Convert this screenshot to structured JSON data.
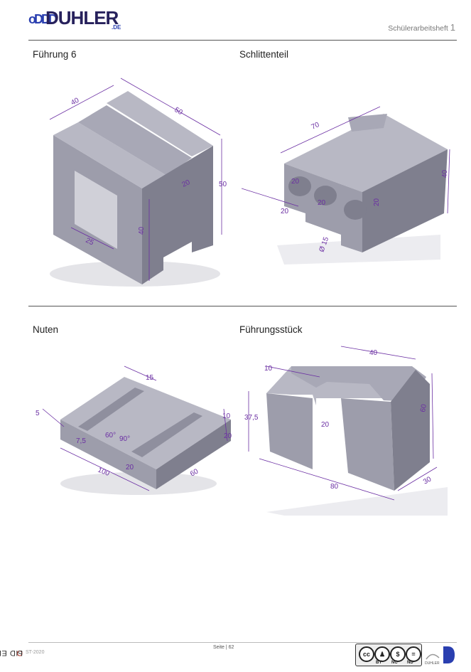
{
  "header": {
    "logo_prefix": "oDDD",
    "logo_text": "DUHLER",
    "logo_suffix": ".DE",
    "title": "Schülerarbeitsheft",
    "number": "1"
  },
  "sections": [
    {
      "title": "Führung 6",
      "dims": [
        "40",
        "50",
        "50",
        "20",
        "40",
        "25"
      ]
    },
    {
      "title": "Schlittenteil",
      "dims": [
        "70",
        "40",
        "Ø 15",
        "20",
        "20",
        "20",
        "20"
      ]
    },
    {
      "title": "Nuten",
      "dims": [
        "15",
        "5",
        "10",
        "20",
        "60°",
        "90°",
        "7,5",
        "20",
        "100",
        "60"
      ]
    },
    {
      "title": "Führungsstück",
      "dims": [
        "40",
        "10",
        "60",
        "37,5",
        "20",
        "80",
        "30"
      ]
    }
  ],
  "footer": {
    "brand_first": "S",
    "brand_accent": "O",
    "brand_rest": "LID EDGE",
    "year": "ST-2020",
    "page_label": "Seite | 62",
    "cc_labels": [
      "BY",
      "NC",
      "ND"
    ],
    "duhler_mini": "DUHLER"
  },
  "colors": {
    "dimension": "#6b2fa3",
    "face_light": "#b8b8c4",
    "face_mid": "#9d9dab",
    "face_dark": "#7f7f8e",
    "rule": "#555555"
  }
}
